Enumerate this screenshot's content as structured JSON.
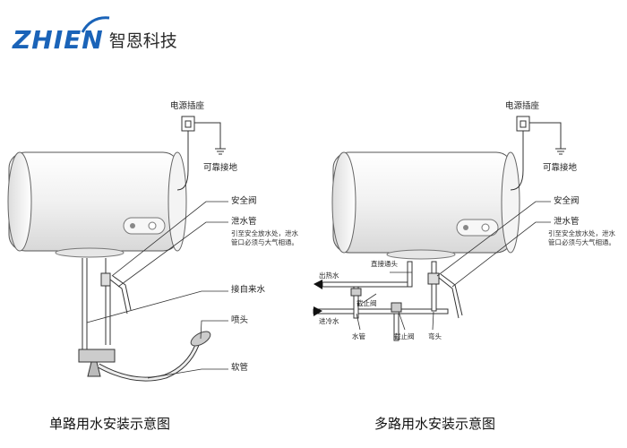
{
  "logo": {
    "en": "ZHIEN",
    "cn": "智恩科技"
  },
  "left": {
    "power_socket": "电源插座",
    "ground": "可靠接地",
    "safety_valve": "安全阀",
    "drain_pipe": "泄水管",
    "drain_note_1": "引至安全放水处，泄水",
    "drain_note_2": "管口必须与大气相通。",
    "cold_water": "接自来水",
    "shower_head": "喷头",
    "hose": "软管",
    "caption": "单路用水安装示意图"
  },
  "right": {
    "power_socket": "电源插座",
    "ground": "可靠接地",
    "safety_valve": "安全阀",
    "drain_pipe": "泄水管",
    "drain_note_1": "引至安全放水处，泄水",
    "drain_note_2": "管口必须与大气相通。",
    "hot_out": "出热水",
    "cold_in": "进冷水",
    "straight_fitting": "直接通头",
    "stop_valve_top": "截止阀",
    "stop_valve_bottom": "截止阀",
    "water_pipe": "水管",
    "elbow": "弯头",
    "caption": "多路用水安装示意图"
  },
  "colors": {
    "logo_blue": "#1a63b8",
    "line": "#333333"
  }
}
